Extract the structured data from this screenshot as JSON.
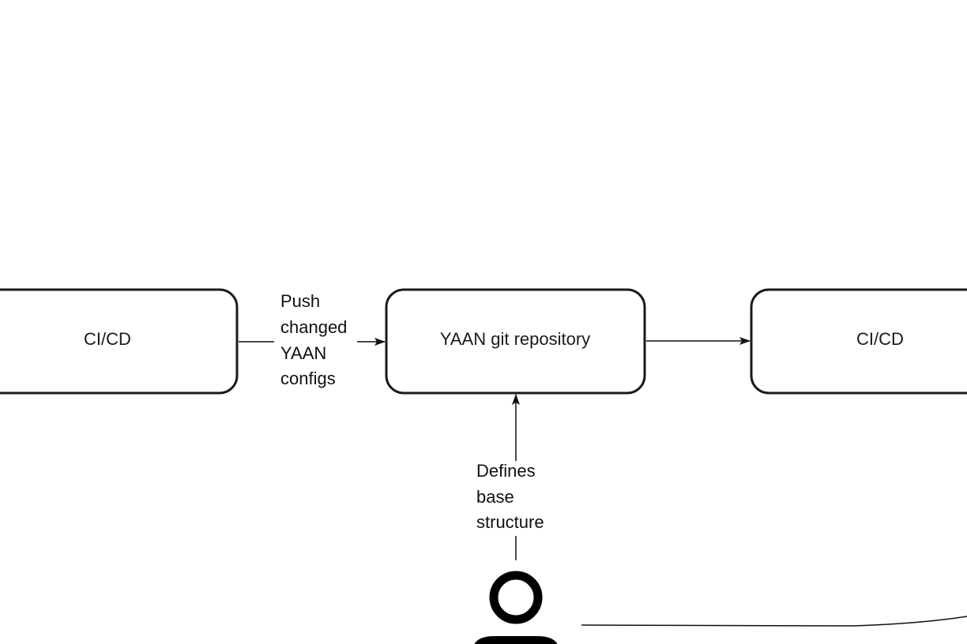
{
  "diagram": {
    "nodes": {
      "cicd_left": {
        "label": "CI/CD"
      },
      "repo": {
        "label": "YAAN git repository"
      },
      "cicd_right": {
        "label": "CI/CD"
      }
    },
    "edges": {
      "push_configs": {
        "lines": [
          "Push",
          "changed",
          "YAAN",
          "configs"
        ]
      },
      "defines_structure": {
        "lines": [
          "Defines",
          "base",
          "structure"
        ]
      }
    },
    "actor": {
      "icon": "person-icon"
    }
  },
  "colors": {
    "stroke": "#1a1a1a",
    "background": "#ffffff"
  }
}
